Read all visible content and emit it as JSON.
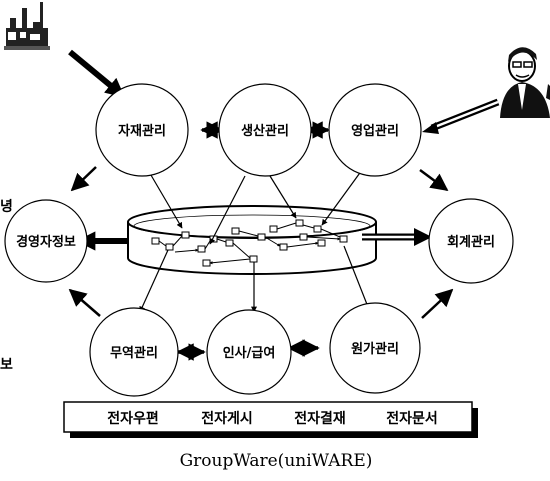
{
  "modules": {
    "material": "자재관리",
    "production": "생산관리",
    "sales": "영업관리",
    "executive_info": "경영자정보",
    "accounting": "회계관리",
    "trade": "무역관리",
    "hr_payroll": "인사/급여",
    "cost": "원가관리"
  },
  "groupware_bar": {
    "items": [
      "전자우편",
      "전자게시",
      "전자결재",
      "전자문서"
    ]
  },
  "groupware_caption": "GroupWare(uniWARE)",
  "edge_fragments": {
    "left_mid": "녕",
    "left_bottom": "보"
  },
  "icons": [
    "factory-icon",
    "businessman-icon",
    "database-cylinder-icon"
  ]
}
